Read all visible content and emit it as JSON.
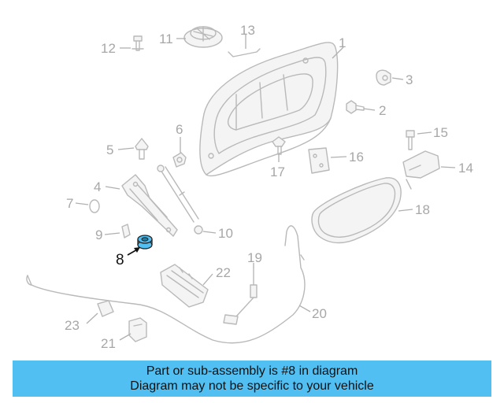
{
  "diagram": {
    "highlight_color": "#52bff2",
    "highlight_part": "8",
    "callouts": {
      "c1": "1",
      "c2": "2",
      "c3": "3",
      "c4": "4",
      "c5": "5",
      "c6": "6",
      "c7": "7",
      "c8": "8",
      "c9": "9",
      "c10": "10",
      "c11": "11",
      "c12": "12",
      "c13": "13",
      "c14": "14",
      "c15": "15",
      "c16": "16",
      "c17": "17",
      "c18": "18",
      "c19": "19",
      "c20": "20",
      "c21": "21",
      "c22": "22",
      "c23": "23"
    }
  },
  "banner": {
    "line1": "Part or sub-assembly is #8 in diagram",
    "line2": "Diagram may not be specific to your vehicle",
    "background": "#52bff2"
  }
}
